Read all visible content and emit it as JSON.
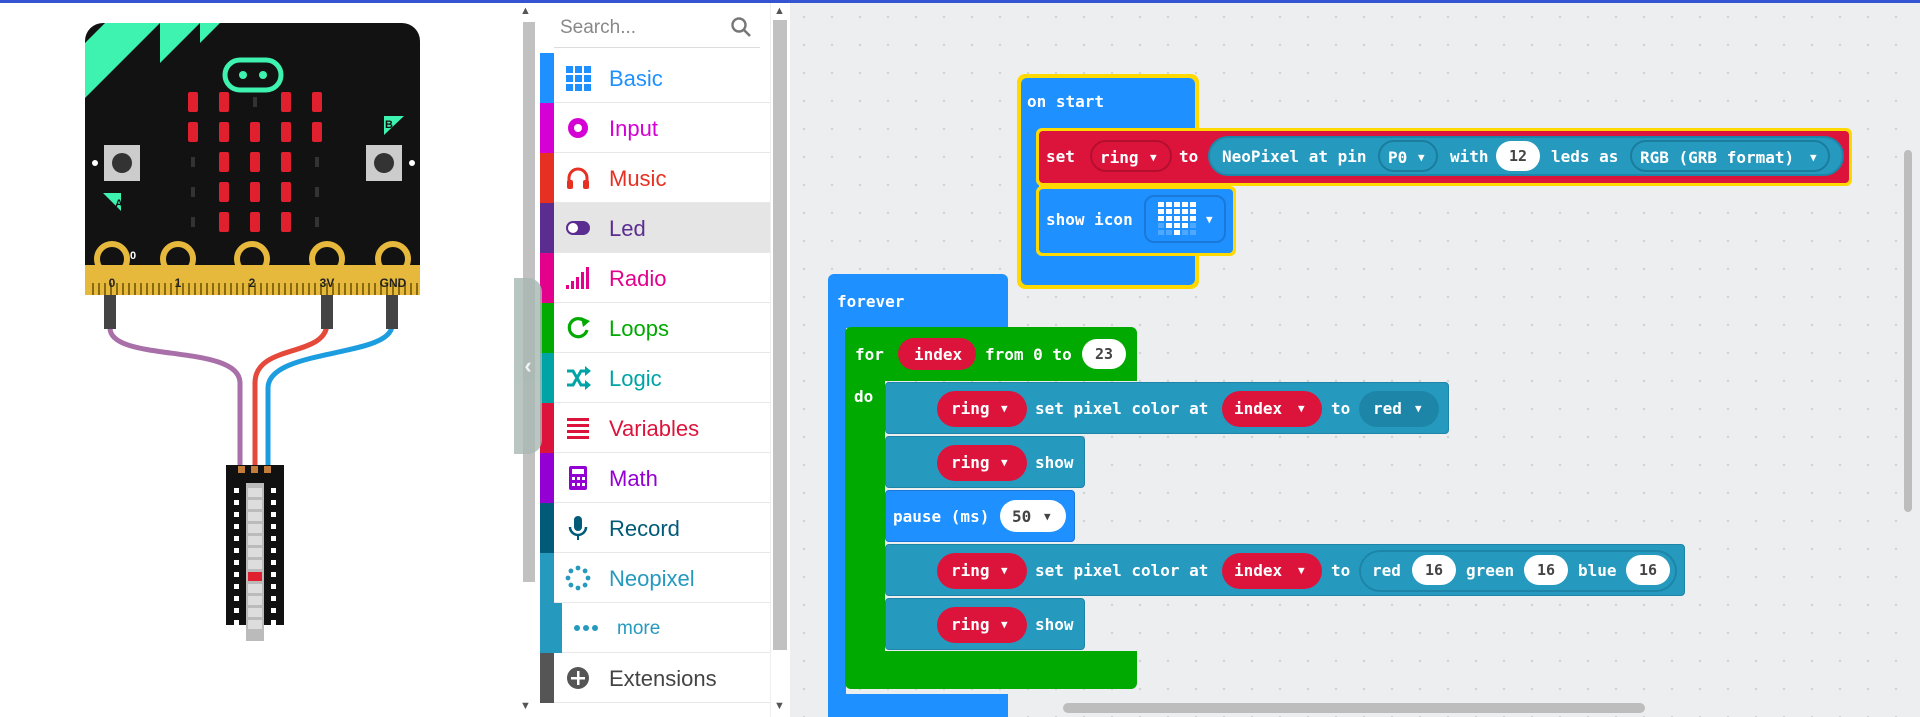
{
  "toolbox": {
    "search_placeholder": "Search...",
    "categories": [
      {
        "label": "Basic",
        "color": "#1e90ff",
        "icon": "grid-icon"
      },
      {
        "label": "Input",
        "color": "#d400d4",
        "icon": "circle-dot-icon"
      },
      {
        "label": "Music",
        "color": "#e63022",
        "icon": "headphones-icon"
      },
      {
        "label": "Led",
        "color": "#5c2d91",
        "icon": "toggle-icon"
      },
      {
        "label": "Radio",
        "color": "#e3008c",
        "icon": "signal-bars-icon"
      },
      {
        "label": "Loops",
        "color": "#00aa00",
        "icon": "refresh-icon"
      },
      {
        "label": "Logic",
        "color": "#00a4a6",
        "icon": "shuffle-icon"
      },
      {
        "label": "Variables",
        "color": "#dc143c",
        "icon": "list-icon"
      },
      {
        "label": "Math",
        "color": "#9400d3",
        "icon": "calculator-icon"
      },
      {
        "label": "Record",
        "color": "#005a78",
        "icon": "microphone-icon"
      },
      {
        "label": "Neopixel",
        "color": "#2699bf",
        "icon": "dotted-circle-icon"
      },
      {
        "label": "more",
        "color": "#2699bf",
        "icon": "ellipsis-icon"
      },
      {
        "label": "Extensions",
        "color": "#555555",
        "icon": "plus-circle-icon"
      }
    ]
  },
  "simulator": {
    "pins": [
      "0",
      "1",
      "2",
      "3V",
      "GND"
    ],
    "button_a": "A",
    "button_b": "B",
    "pin_marker": "0"
  },
  "blocks": {
    "on_start": {
      "label": "on start",
      "set": "set",
      "var": "ring",
      "to": "to",
      "neopixel_label": "NeoPixel at pin",
      "pin": "P0",
      "with": "with",
      "leds": "12",
      "leds_as": "leds as",
      "format": "RGB (GRB format)",
      "show_icon": "show icon"
    },
    "forever": {
      "label": "forever",
      "for": "for",
      "index": "index",
      "from_to": "from 0 to",
      "end": "23",
      "do": "do",
      "ring": "ring",
      "set_pixel": "set pixel color at",
      "to": "to",
      "color_red": "red",
      "show": "show",
      "pause": "pause (ms)",
      "pause_val": "50",
      "red": "red",
      "red_val": "16",
      "green": "green",
      "green_val": "16",
      "blue": "blue",
      "blue_val": "16"
    }
  },
  "colors": {
    "event_blue": "#1e90ff",
    "neopixel_blue": "#2699bf",
    "variable_red": "#dc143c",
    "loop_green": "#00aa00",
    "highlight_yellow": "#ffd900"
  }
}
